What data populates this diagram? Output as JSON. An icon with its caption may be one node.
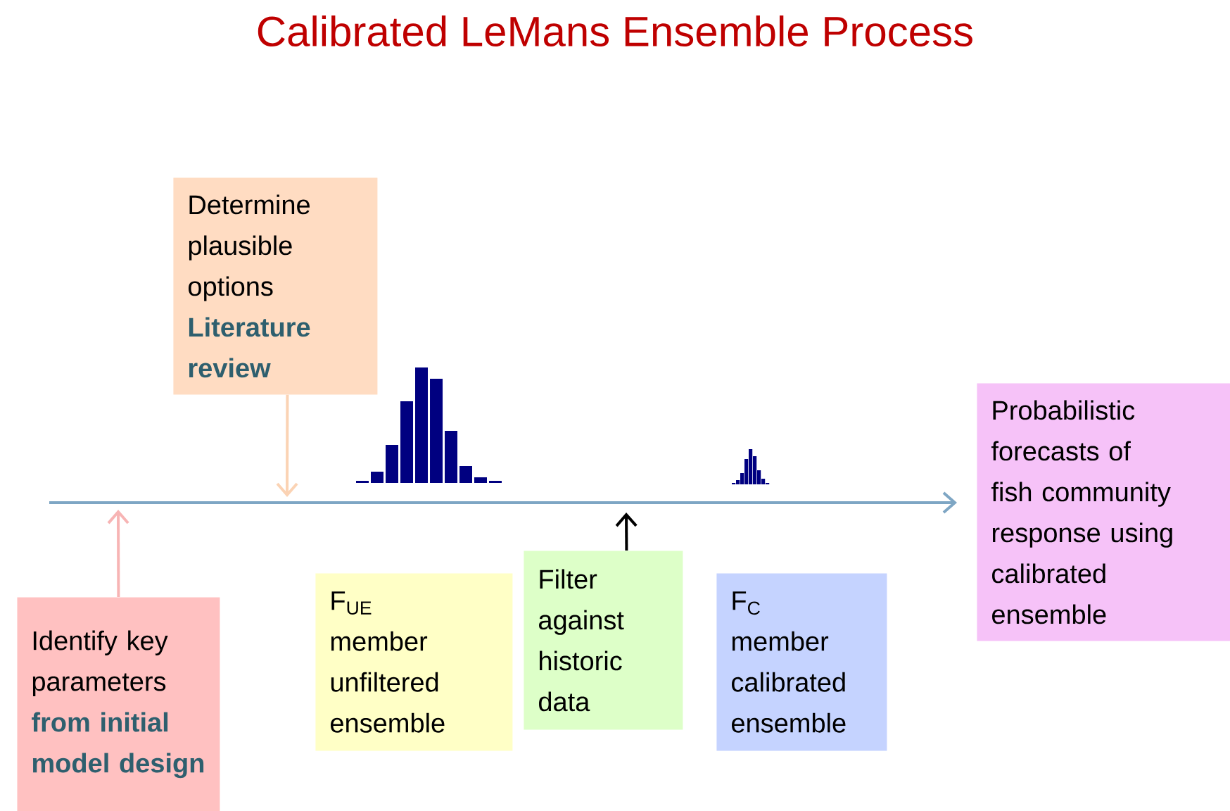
{
  "diagram": {
    "title": "Calibrated LeMans Ensemble Process",
    "nodes": [
      {
        "text": [
          "Identify key parameters",
          "from initial model design"
        ]
      },
      {
        "text": [
          "Determine plausible options",
          "Literature review"
        ]
      },
      {
        "text": [
          "F$_{UE}$",
          "member unfiltered ensemble"
        ]
      },
      {
        "text": [
          "Filter against historic data"
        ]
      },
      {
        "text": [
          "F$_{C}$",
          "member calibrated ensemble"
        ]
      },
      {
        "text": [
          "Probabilistic forecasts of fish community response using calibrated ensemble"
        ]
      }
    ],
    "edges": [
      {
        "from": null,
        "to": 5,
        "arrow": "to",
        "color": "#7ea6c4"
      },
      {
        "from": 0,
        "to": null,
        "arrow": "to",
        "color": "#f7b4b4"
      },
      {
        "from": 1,
        "to": null,
        "arrow": "to",
        "color": "#fbd3b4"
      },
      {
        "from": 3,
        "to": null,
        "arrow": "to",
        "color": "#000000"
      }
    ]
  }
}
